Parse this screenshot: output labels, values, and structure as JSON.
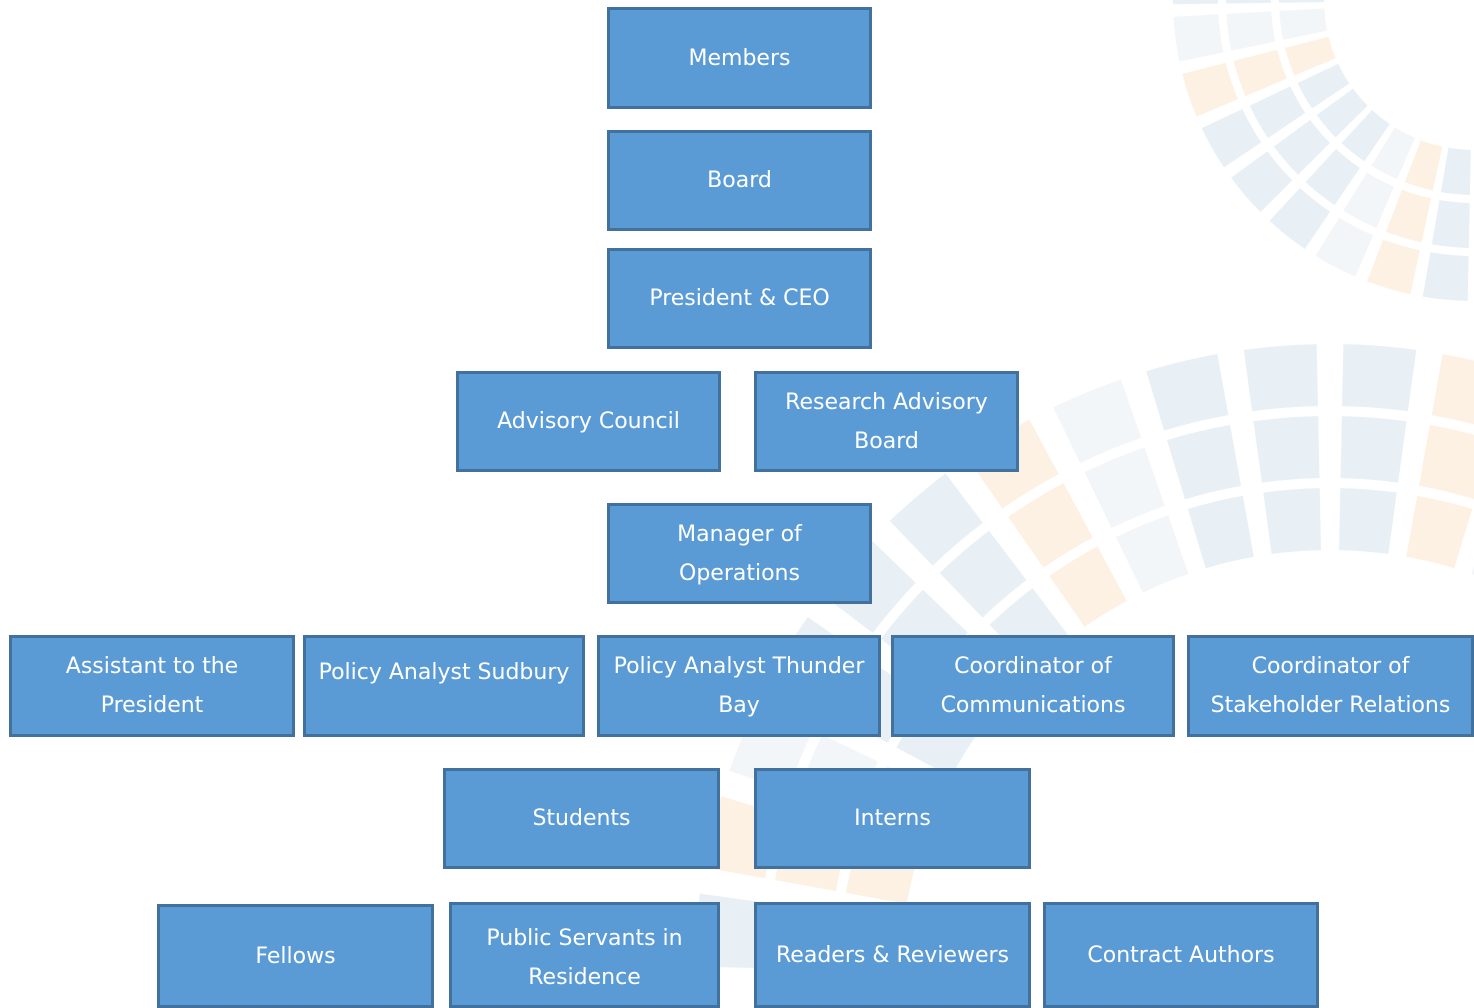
{
  "colors": {
    "box_fill": "#5b9bd5",
    "box_border": "#41719c",
    "box_text": "#ffffff",
    "watermark_blue": "#d6e3ef",
    "watermark_peach": "#fbe6cc",
    "watermark_grey": "#e9eef3"
  },
  "org_chart": {
    "members": "Members",
    "board": "Board",
    "president_ceo": "President & CEO",
    "advisory_council": "Advisory Council",
    "research_advisory_board": "Research Advisory Board",
    "manager_operations": "Manager of Operations",
    "assistant_president": "Assistant to the President",
    "policy_analyst_sudbury": "Policy Analyst Sudbury",
    "policy_analyst_thunder_bay": "Policy Analyst Thunder Bay",
    "coordinator_communications": "Coordinator of Communications",
    "coordinator_stakeholder": "Coordinator of Stakeholder Relations",
    "students": "Students",
    "interns": "Interns",
    "fellows": "Fellows",
    "public_servants": "Public Servants in Residence",
    "readers_reviewers": "Readers & Reviewers",
    "contract_authors": "Contract Authors"
  }
}
